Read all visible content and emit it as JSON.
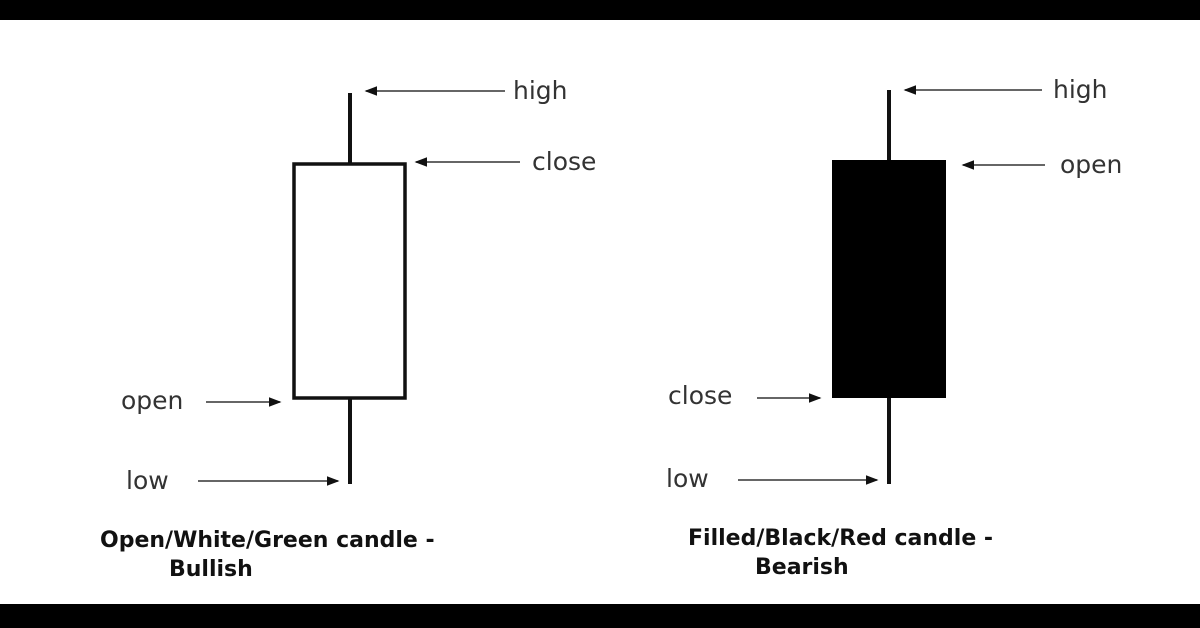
{
  "bullish": {
    "labels": {
      "high": "high",
      "close": "close",
      "open": "open",
      "low": "low"
    },
    "caption_line1": "Open/White/Green candle -",
    "caption_line2": "Bullish",
    "body_color": "#ffffff"
  },
  "bearish": {
    "labels": {
      "high": "high",
      "open": "open",
      "close": "close",
      "low": "low"
    },
    "caption_line1": "Filled/Black/Red candle -",
    "caption_line2": "Bearish",
    "body_color": "#000000"
  }
}
